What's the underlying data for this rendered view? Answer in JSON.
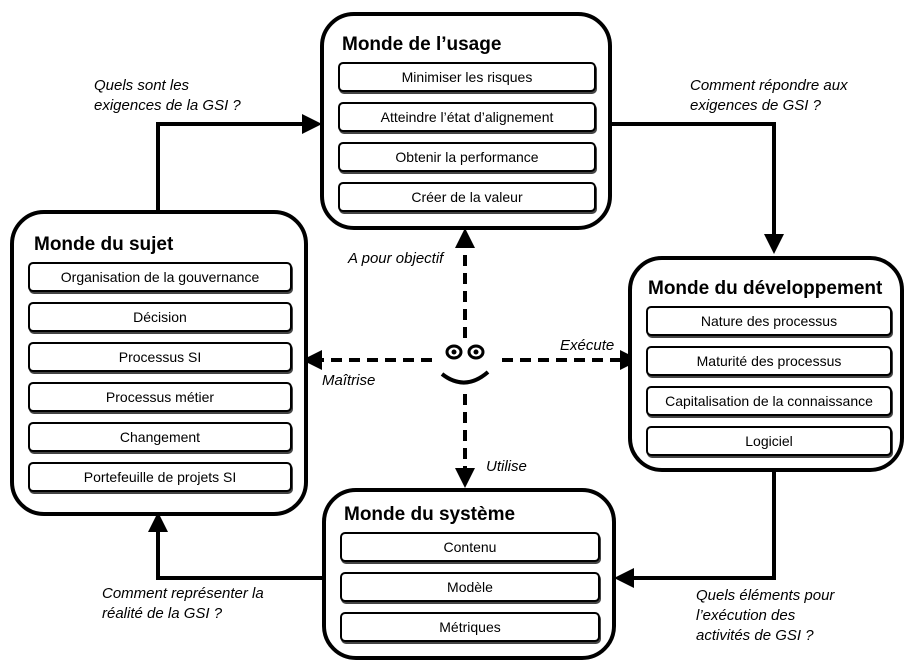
{
  "worlds": {
    "usage": {
      "title": "Monde de l’usage",
      "items": [
        "Minimiser les risques",
        "Atteindre l’état d’alignement",
        "Obtenir la performance",
        "Créer de la valeur"
      ]
    },
    "sujet": {
      "title": "Monde du sujet",
      "items": [
        "Organisation de la gouvernance",
        "Décision",
        "Processus SI",
        "Processus métier",
        "Changement",
        "Portefeuille de projets SI"
      ]
    },
    "developpement": {
      "title": "Monde du développement",
      "items": [
        "Nature des processus",
        "Maturité des processus",
        "Capitalisation de la connaissance",
        "Logiciel"
      ]
    },
    "systeme": {
      "title": "Monde du système",
      "items": [
        "Contenu",
        "Modèle",
        "Métriques"
      ]
    }
  },
  "questions": {
    "top_left": [
      "Quels sont les",
      "exigences de la GSI ?"
    ],
    "top_right": [
      "Comment répondre aux",
      "exigences de GSI ?"
    ],
    "bottom_left": [
      "Comment représenter la",
      "réalité de la GSI ?"
    ],
    "bottom_right": [
      "Quels éléments pour",
      "l’exécution des",
      "activités de GSI ?"
    ]
  },
  "relations": {
    "objectif": "A pour objectif",
    "maitrise": "Maîtrise",
    "execute": "Exécute",
    "utilise": "Utilise"
  }
}
